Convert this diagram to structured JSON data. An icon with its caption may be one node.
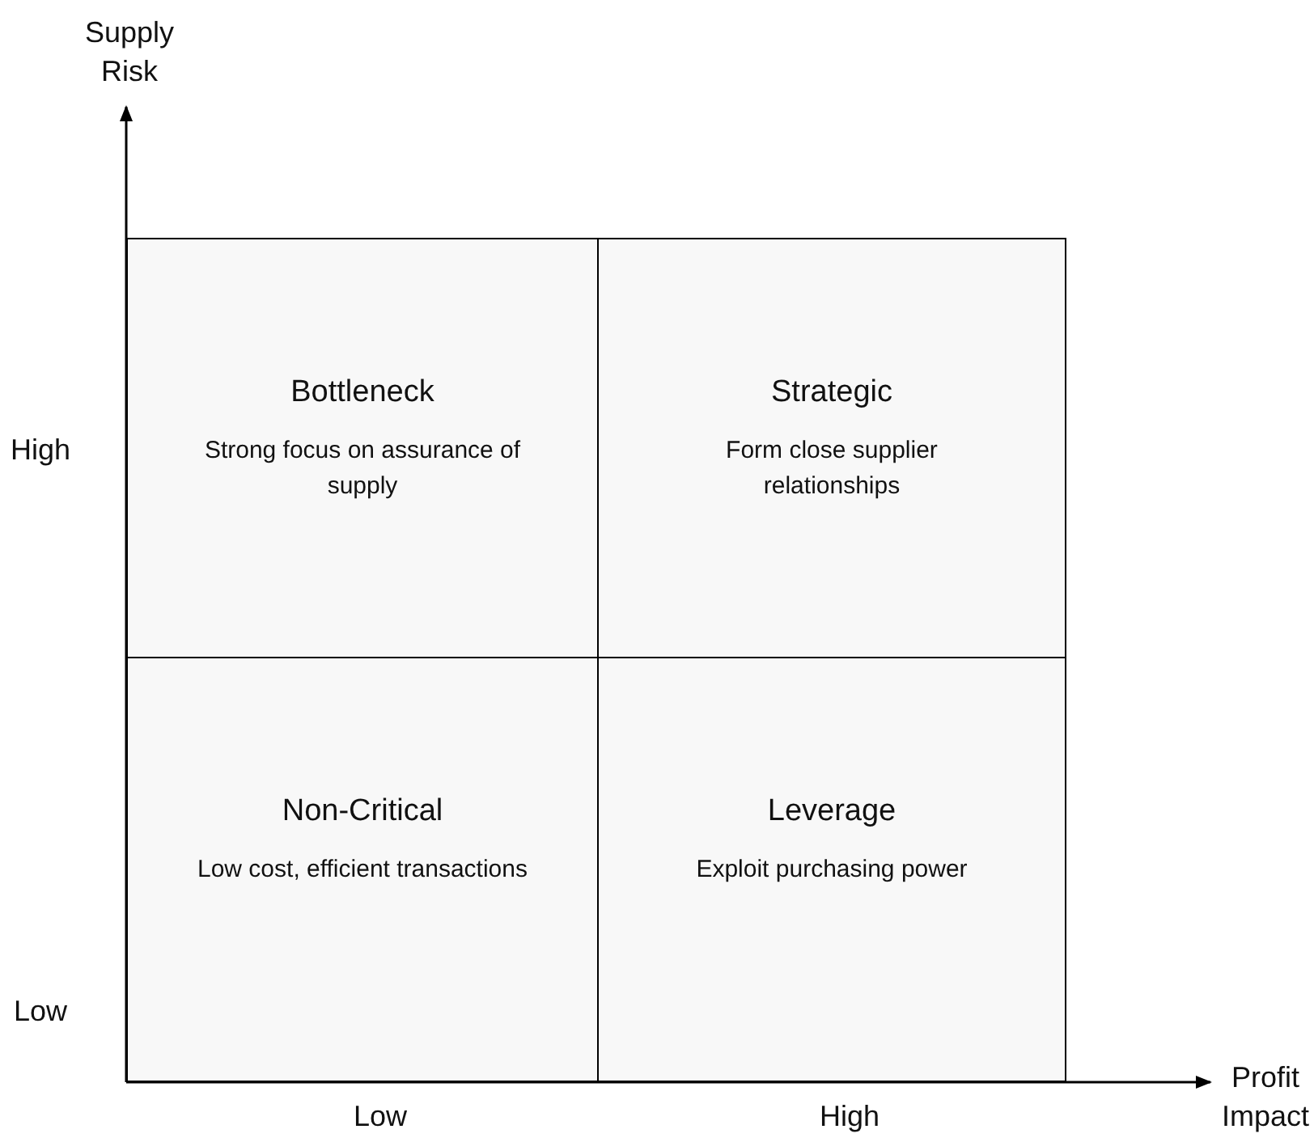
{
  "diagram": {
    "nodes": [
      {
        "text": [
          "Bottleneck",
          "Strong focus on assurance of supply"
        ]
      },
      {
        "text": [
          "Strategic",
          "Form close supplier relationships"
        ]
      },
      {
        "text": [
          "Non-Critical",
          "Low cost, efficient transactions"
        ]
      },
      {
        "text": [
          "Leverage",
          "Exploit purchasing power"
        ]
      }
    ],
    "edges": [],
    "labels": [
      "Supply Risk",
      "High",
      "Low",
      "Low",
      "High",
      "Profit Impact"
    ]
  }
}
